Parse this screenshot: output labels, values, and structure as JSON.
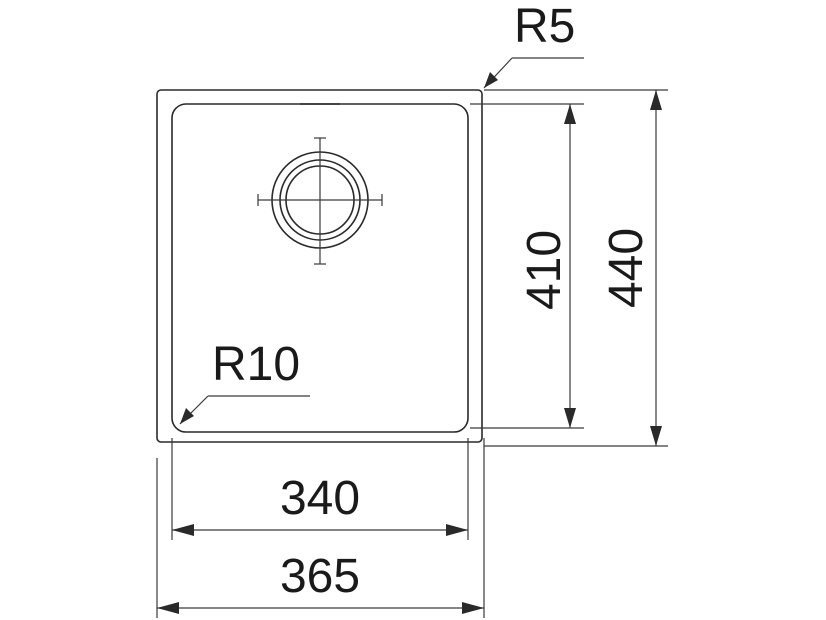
{
  "diagram": {
    "labels": {
      "outer_radius": "R5",
      "inner_radius": "R10",
      "inner_height": "410",
      "outer_height": "440",
      "inner_width": "340",
      "outer_width": "365"
    },
    "colors": {
      "line": "#2a2a2a",
      "background": "#ffffff"
    }
  }
}
